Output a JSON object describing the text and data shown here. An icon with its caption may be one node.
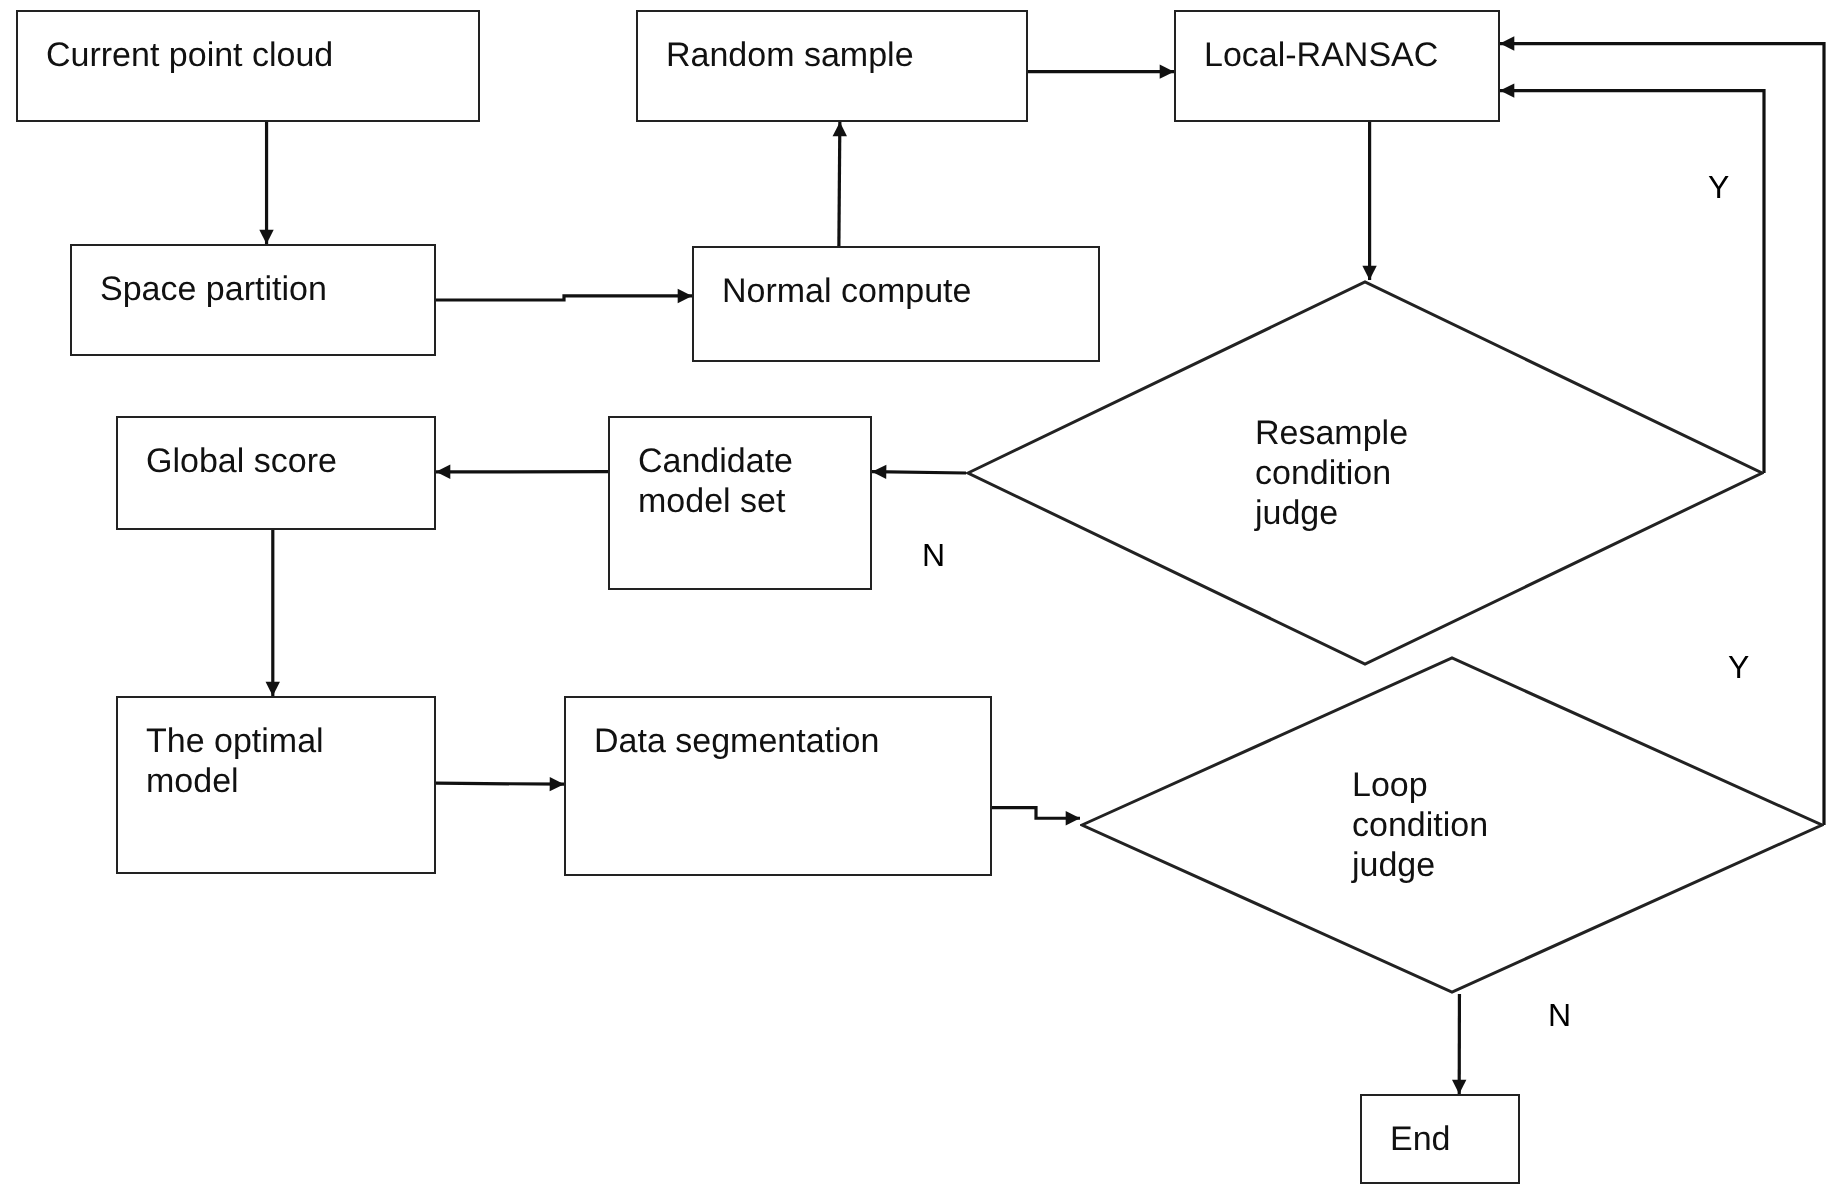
{
  "diagram": {
    "nodes": [
      {
        "text": [
          "Current point cloud"
        ]
      },
      {
        "text": [
          "Random sample"
        ]
      },
      {
        "text": [
          "Local-RANSAC"
        ]
      },
      {
        "text": [
          "Space partition"
        ]
      },
      {
        "text": [
          "Normal compute"
        ]
      },
      {
        "text": [
          "Resample condition judge"
        ]
      },
      {
        "text": [
          "Global score"
        ]
      },
      {
        "text": [
          "Candidate model set"
        ]
      },
      {
        "text": [
          "The optimal model"
        ]
      },
      {
        "text": [
          "Data segmentation"
        ]
      },
      {
        "text": [
          "Loop condition judge"
        ]
      },
      {
        "text": [
          "End"
        ]
      }
    ],
    "edges": [
      {
        "from": 0,
        "to": 3,
        "arrow": "to"
      },
      {
        "from": 3,
        "to": 4,
        "arrow": "to"
      },
      {
        "from": 4,
        "to": 1,
        "arrow": "to"
      },
      {
        "from": 1,
        "to": 2,
        "arrow": "to"
      },
      {
        "from": 2,
        "to": 5,
        "arrow": "to"
      },
      {
        "from": 5,
        "to": 2,
        "arrow": "to",
        "label": "Y"
      },
      {
        "from": 5,
        "to": 7,
        "arrow": "to",
        "label": "N"
      },
      {
        "from": 7,
        "to": 6,
        "arrow": "to"
      },
      {
        "from": 6,
        "to": 8,
        "arrow": "to"
      },
      {
        "from": 8,
        "to": 9,
        "arrow": "to"
      },
      {
        "from": 9,
        "to": 10,
        "arrow": "to"
      },
      {
        "from": 10,
        "to": 2,
        "arrow": "to",
        "label": "Y"
      },
      {
        "from": 10,
        "to": 11,
        "arrow": "to",
        "label": "N"
      }
    ]
  }
}
